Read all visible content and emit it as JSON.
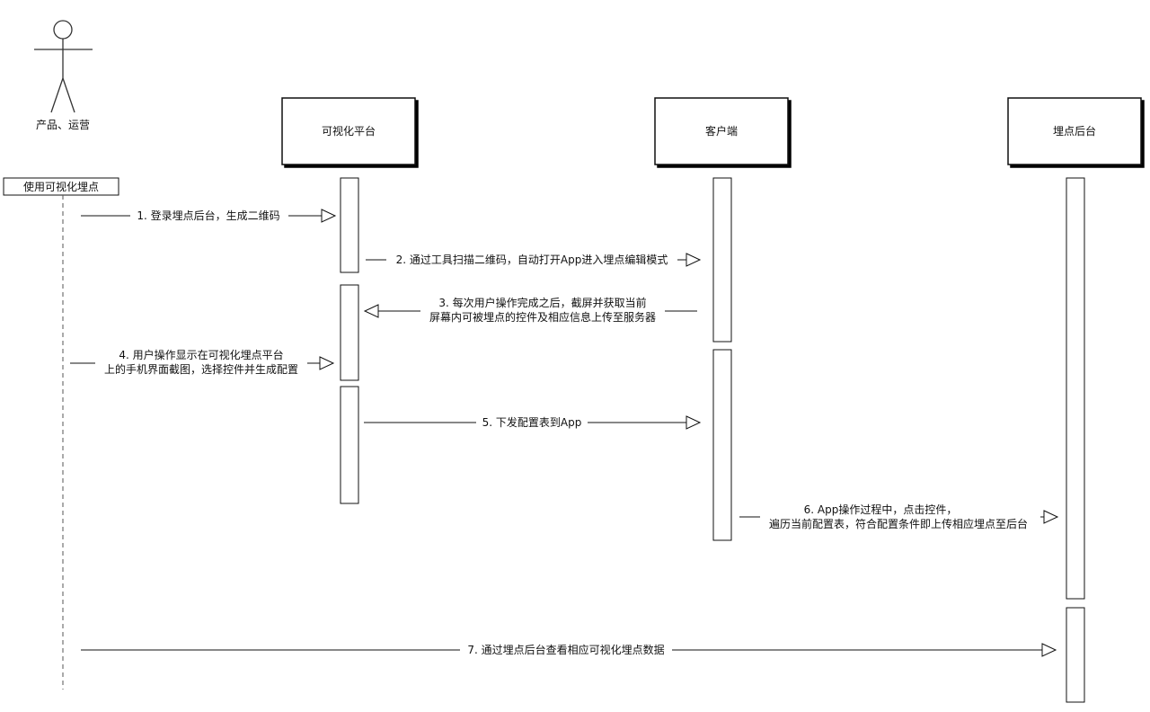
{
  "actor": {
    "label": "产品、运营"
  },
  "note": {
    "label": "使用可视化埋点"
  },
  "participants": [
    {
      "id": "platform",
      "label": "可视化平台"
    },
    {
      "id": "client",
      "label": "客户端"
    },
    {
      "id": "backend",
      "label": "埋点后台"
    }
  ],
  "messages": [
    {
      "id": "m1",
      "from": "actor",
      "to": "platform",
      "lines": [
        "1. 登录埋点后台，生成二维码"
      ]
    },
    {
      "id": "m2",
      "from": "platform",
      "to": "client",
      "lines": [
        "2. 通过工具扫描二维码，自动打开App进入埋点编辑模式"
      ]
    },
    {
      "id": "m3",
      "from": "client",
      "to": "platform",
      "lines": [
        "3. 每次用户操作完成之后，截屏并获取当前",
        "屏幕内可被埋点的控件及相应信息上传至服务器"
      ]
    },
    {
      "id": "m4",
      "from": "actor",
      "to": "platform",
      "lines": [
        "4. 用户操作显示在可视化埋点平台",
        "上的手机界面截图，选择控件并生成配置"
      ]
    },
    {
      "id": "m5",
      "from": "platform",
      "to": "client",
      "lines": [
        "5. 下发配置表到App"
      ]
    },
    {
      "id": "m6",
      "from": "client",
      "to": "backend",
      "lines": [
        "6. App操作过程中，点击控件，",
        "遍历当前配置表，符合配置条件即上传相应埋点至后台"
      ]
    },
    {
      "id": "m7",
      "from": "actor",
      "to": "backend",
      "lines": [
        "7. 通过埋点后台查看相应可视化埋点数据"
      ]
    }
  ]
}
